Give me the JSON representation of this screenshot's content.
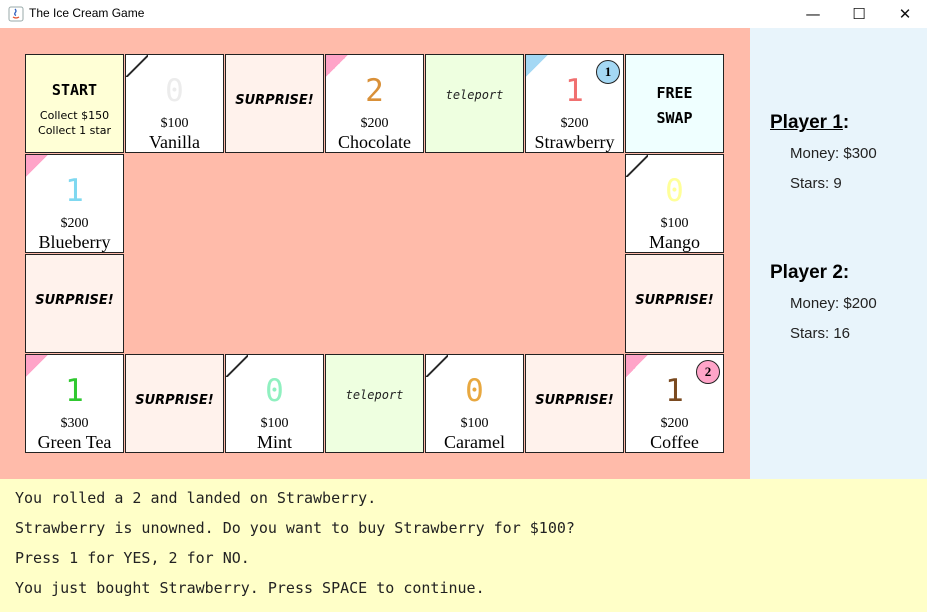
{
  "window": {
    "title": "The Ice Cream Game",
    "minimize_glyph": "—",
    "maximize_glyph": "☐",
    "close_glyph": "✕"
  },
  "board": {
    "center_color": "#ffbbaa",
    "start": {
      "title": "START",
      "line1": "Collect $150",
      "line2": "Collect 1 star"
    },
    "free_swap": {
      "line1": "FREE",
      "line2": "SWAP"
    },
    "surprise_label": "SURPRISE!",
    "teleport_label": "teleport",
    "properties": {
      "vanilla": {
        "name": "Vanilla",
        "price": "$100",
        "count": "0",
        "color": "#ececec"
      },
      "chocolate": {
        "name": "Chocolate",
        "price": "$200",
        "count": "2",
        "color": "#d99038"
      },
      "strawberry": {
        "name": "Strawberry",
        "price": "$200",
        "count": "1",
        "color": "#f07070"
      },
      "mango": {
        "name": "Mango",
        "price": "$100",
        "count": "0",
        "color": "#ffff99"
      },
      "blueberry": {
        "name": "Blueberry",
        "price": "$200",
        "count": "1",
        "color": "#7fd8f0"
      },
      "green_tea": {
        "name": "Green Tea",
        "price": "$300",
        "count": "1",
        "color": "#30c830"
      },
      "mint": {
        "name": "Mint",
        "price": "$100",
        "count": "0",
        "color": "#90f0c0"
      },
      "caramel": {
        "name": "Caramel",
        "price": "$100",
        "count": "0",
        "color": "#e8a840"
      },
      "coffee": {
        "name": "Coffee",
        "price": "$200",
        "count": "1",
        "color": "#7a4a20"
      }
    },
    "tokens": {
      "player1": {
        "label": "1",
        "color": "#a4d8f4"
      },
      "player2": {
        "label": "2",
        "color": "#ffa4c8"
      }
    }
  },
  "players": [
    {
      "label": "Player 1",
      "colon": ":",
      "money": "Money: $300",
      "stars": "Stars: 9"
    },
    {
      "label": "Player 2",
      "colon": ":",
      "money": "Money: $200",
      "stars": "Stars: 16"
    }
  ],
  "messages": [
    "You rolled a 2 and landed on Strawberry.",
    "Strawberry is unowned. Do you want to buy Strawberry for $100?",
    "Press 1 for YES, 2 for NO.",
    "You just bought Strawberry. Press SPACE to continue."
  ]
}
